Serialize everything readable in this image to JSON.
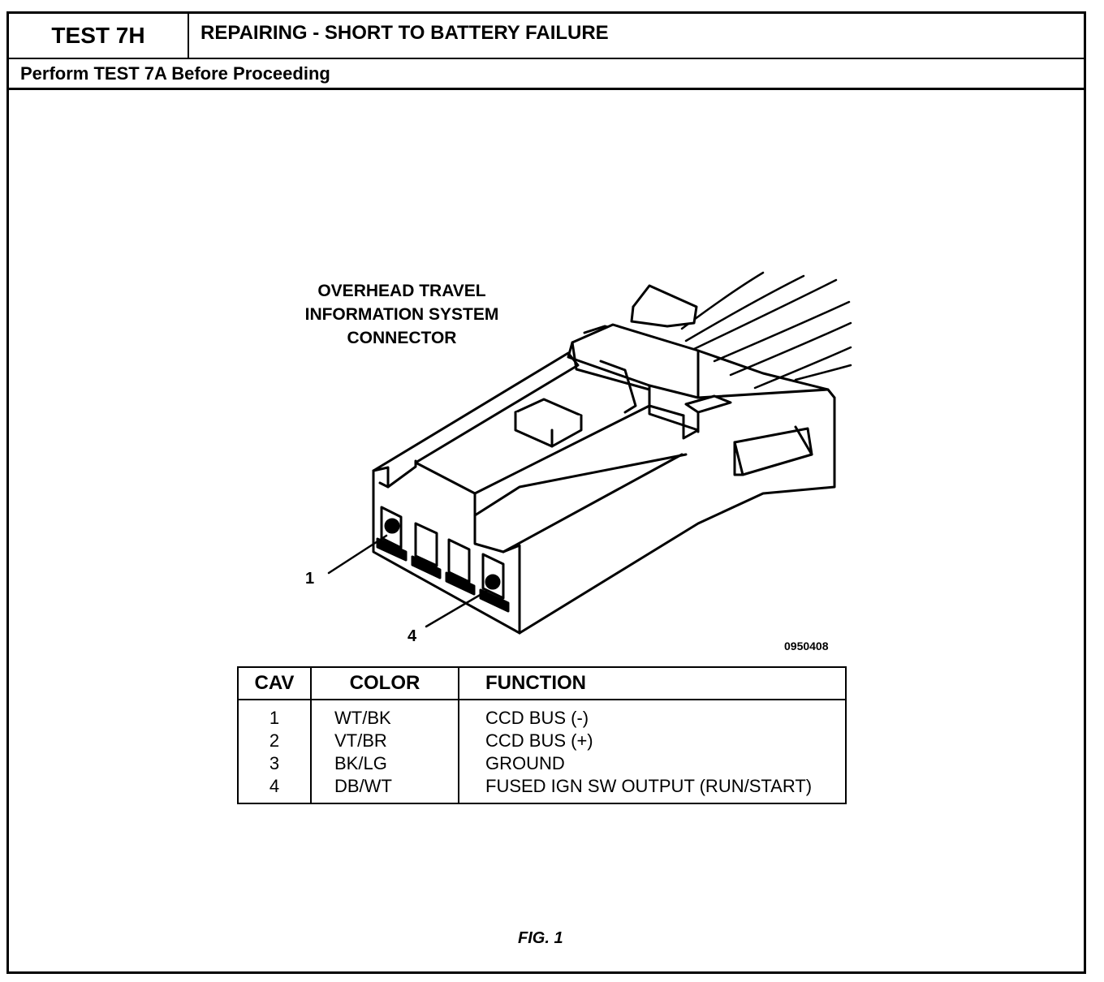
{
  "header": {
    "test_id": "TEST 7H",
    "title": "REPAIRING - SHORT TO BATTERY FAILURE",
    "prerequisite": "Perform TEST 7A Before Proceeding"
  },
  "diagram": {
    "connector_title_lines": [
      "OVERHEAD TRAVEL",
      "INFORMATION SYSTEM",
      "CONNECTOR"
    ],
    "callouts": [
      "1",
      "4"
    ],
    "figure_code": "0950408",
    "figure_label": "FIG. 1"
  },
  "pinout": {
    "headers": [
      "CAV",
      "COLOR",
      "FUNCTION"
    ],
    "rows": [
      {
        "cav": "1",
        "color": "WT/BK",
        "function": "CCD BUS (-)"
      },
      {
        "cav": "2",
        "color": "VT/BR",
        "function": "CCD BUS (+)"
      },
      {
        "cav": "3",
        "color": "BK/LG",
        "function": "GROUND"
      },
      {
        "cav": "4",
        "color": "DB/WT",
        "function": "FUSED IGN SW OUTPUT (RUN/START)"
      }
    ]
  }
}
